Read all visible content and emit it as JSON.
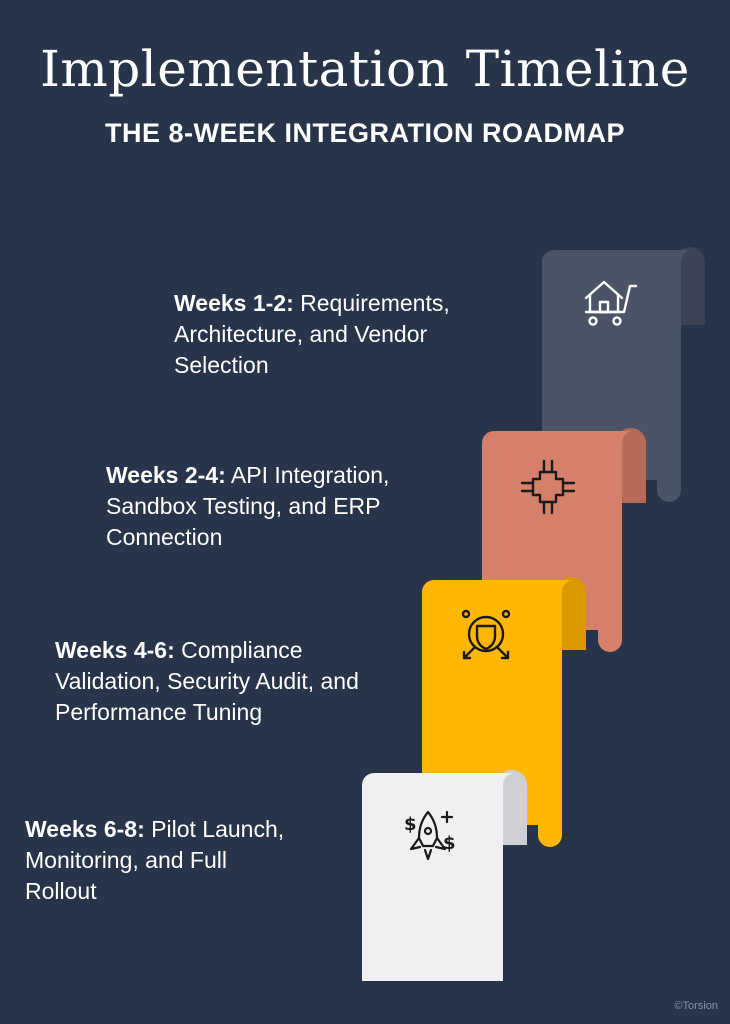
{
  "header": {
    "title": "Implementation Timeline",
    "subtitle": "THE 8-WEEK INTEGRATION ROADMAP"
  },
  "steps": [
    {
      "weeks": "Weeks 1-2:",
      "text": "Requirements, Architecture, and Vendor Selection",
      "icon": "home-cart-icon",
      "color": "#4b5366",
      "fold": "#3c4354"
    },
    {
      "weeks": "Weeks 2-4:",
      "text": "API Integration, Sandbox Testing, and ERP Connection",
      "icon": "chip-icon",
      "color": "#d4806b",
      "fold": "#b86a58"
    },
    {
      "weeks": "Weeks 4-6:",
      "text": "Compliance Validation, Security Audit, and Performance Tuning",
      "icon": "shield-network-icon",
      "color": "#ffb703",
      "fold": "#d99a00"
    },
    {
      "weeks": "Weeks 6-8:",
      "text": "Pilot Launch, Monitoring, and Full Rollout",
      "icon": "rocket-money-icon",
      "color": "#f0f0f2",
      "fold": "#cfd0d4"
    }
  ],
  "credit": "©Torsion"
}
